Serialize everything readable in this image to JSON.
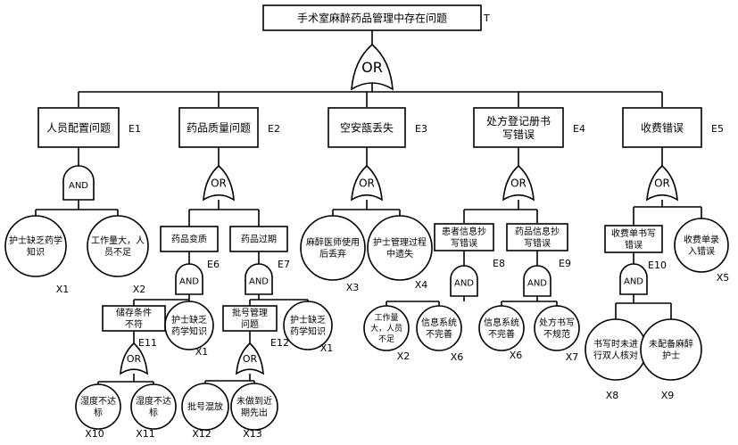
{
  "top_event": {
    "label": "手术室麻醉药品管理中存在问题",
    "code": "T",
    "gate": "OR"
  },
  "intermediate_events": [
    {
      "id": "E1",
      "label": [
        "人员配置问题"
      ],
      "gate": "AND"
    },
    {
      "id": "E2",
      "label": [
        "药品质量问题"
      ],
      "gate": "OR"
    },
    {
      "id": "E3",
      "label": [
        "空安瓿丢失"
      ],
      "gate": "OR"
    },
    {
      "id": "E4",
      "label": [
        "处方登记册书",
        "写错误"
      ],
      "gate": "OR"
    },
    {
      "id": "E5",
      "label": [
        "收费错误"
      ],
      "gate": "OR"
    },
    {
      "id": "E6",
      "label": [
        "药品变质"
      ],
      "gate": "AND"
    },
    {
      "id": "E7",
      "label": [
        "药品过期"
      ],
      "gate": "AND"
    },
    {
      "id": "E8",
      "label": [
        "患者信息抄",
        "写错误"
      ],
      "gate": "AND"
    },
    {
      "id": "E9",
      "label": [
        "药品信息抄",
        "写错误"
      ],
      "gate": "AND"
    },
    {
      "id": "E10",
      "label": [
        "收费单书写",
        "错误"
      ],
      "gate": "AND"
    },
    {
      "id": "E11",
      "label": [
        "储存条件",
        "不符"
      ],
      "gate": "OR"
    },
    {
      "id": "E12",
      "label": [
        "批号管理",
        "问题"
      ],
      "gate": "OR"
    }
  ],
  "basic_events": [
    {
      "code": "X1",
      "label": [
        "护士缺乏药学",
        "知识"
      ]
    },
    {
      "code": "X2",
      "label": [
        "工作量大，人",
        "员不足"
      ]
    },
    {
      "code": "X3",
      "label": [
        "麻醉医师使用",
        "后丢弃"
      ]
    },
    {
      "code": "X4",
      "label": [
        "护士管理过程",
        "中遗失"
      ]
    },
    {
      "code": "X5",
      "label": [
        "收费单录",
        "入错误"
      ]
    },
    {
      "code": "X1",
      "label": [
        "护士缺乏",
        "药学知识"
      ]
    },
    {
      "code": "X1",
      "label": [
        "护士缺乏",
        "药学知识"
      ]
    },
    {
      "code": "X2",
      "label": [
        "工作量",
        "大，人员",
        "不足"
      ]
    },
    {
      "code": "X6",
      "label": [
        "信息系统",
        "不完善"
      ]
    },
    {
      "code": "X6",
      "label": [
        "信息系统",
        "不完善"
      ]
    },
    {
      "code": "X7",
      "label": [
        "处方书写",
        "不规范"
      ]
    },
    {
      "code": "X8",
      "label": [
        "书写时未进",
        "行双人核对"
      ]
    },
    {
      "code": "X9",
      "label": [
        "未配备麻醉",
        "护士"
      ]
    },
    {
      "code": "X10",
      "label": [
        "湿度不达",
        "标"
      ]
    },
    {
      "code": "X11",
      "label": [
        "湿度不达",
        "标"
      ]
    },
    {
      "code": "X12",
      "label": [
        "批号混放"
      ]
    },
    {
      "code": "X13",
      "label": [
        "未做到近",
        "期先出"
      ]
    }
  ]
}
